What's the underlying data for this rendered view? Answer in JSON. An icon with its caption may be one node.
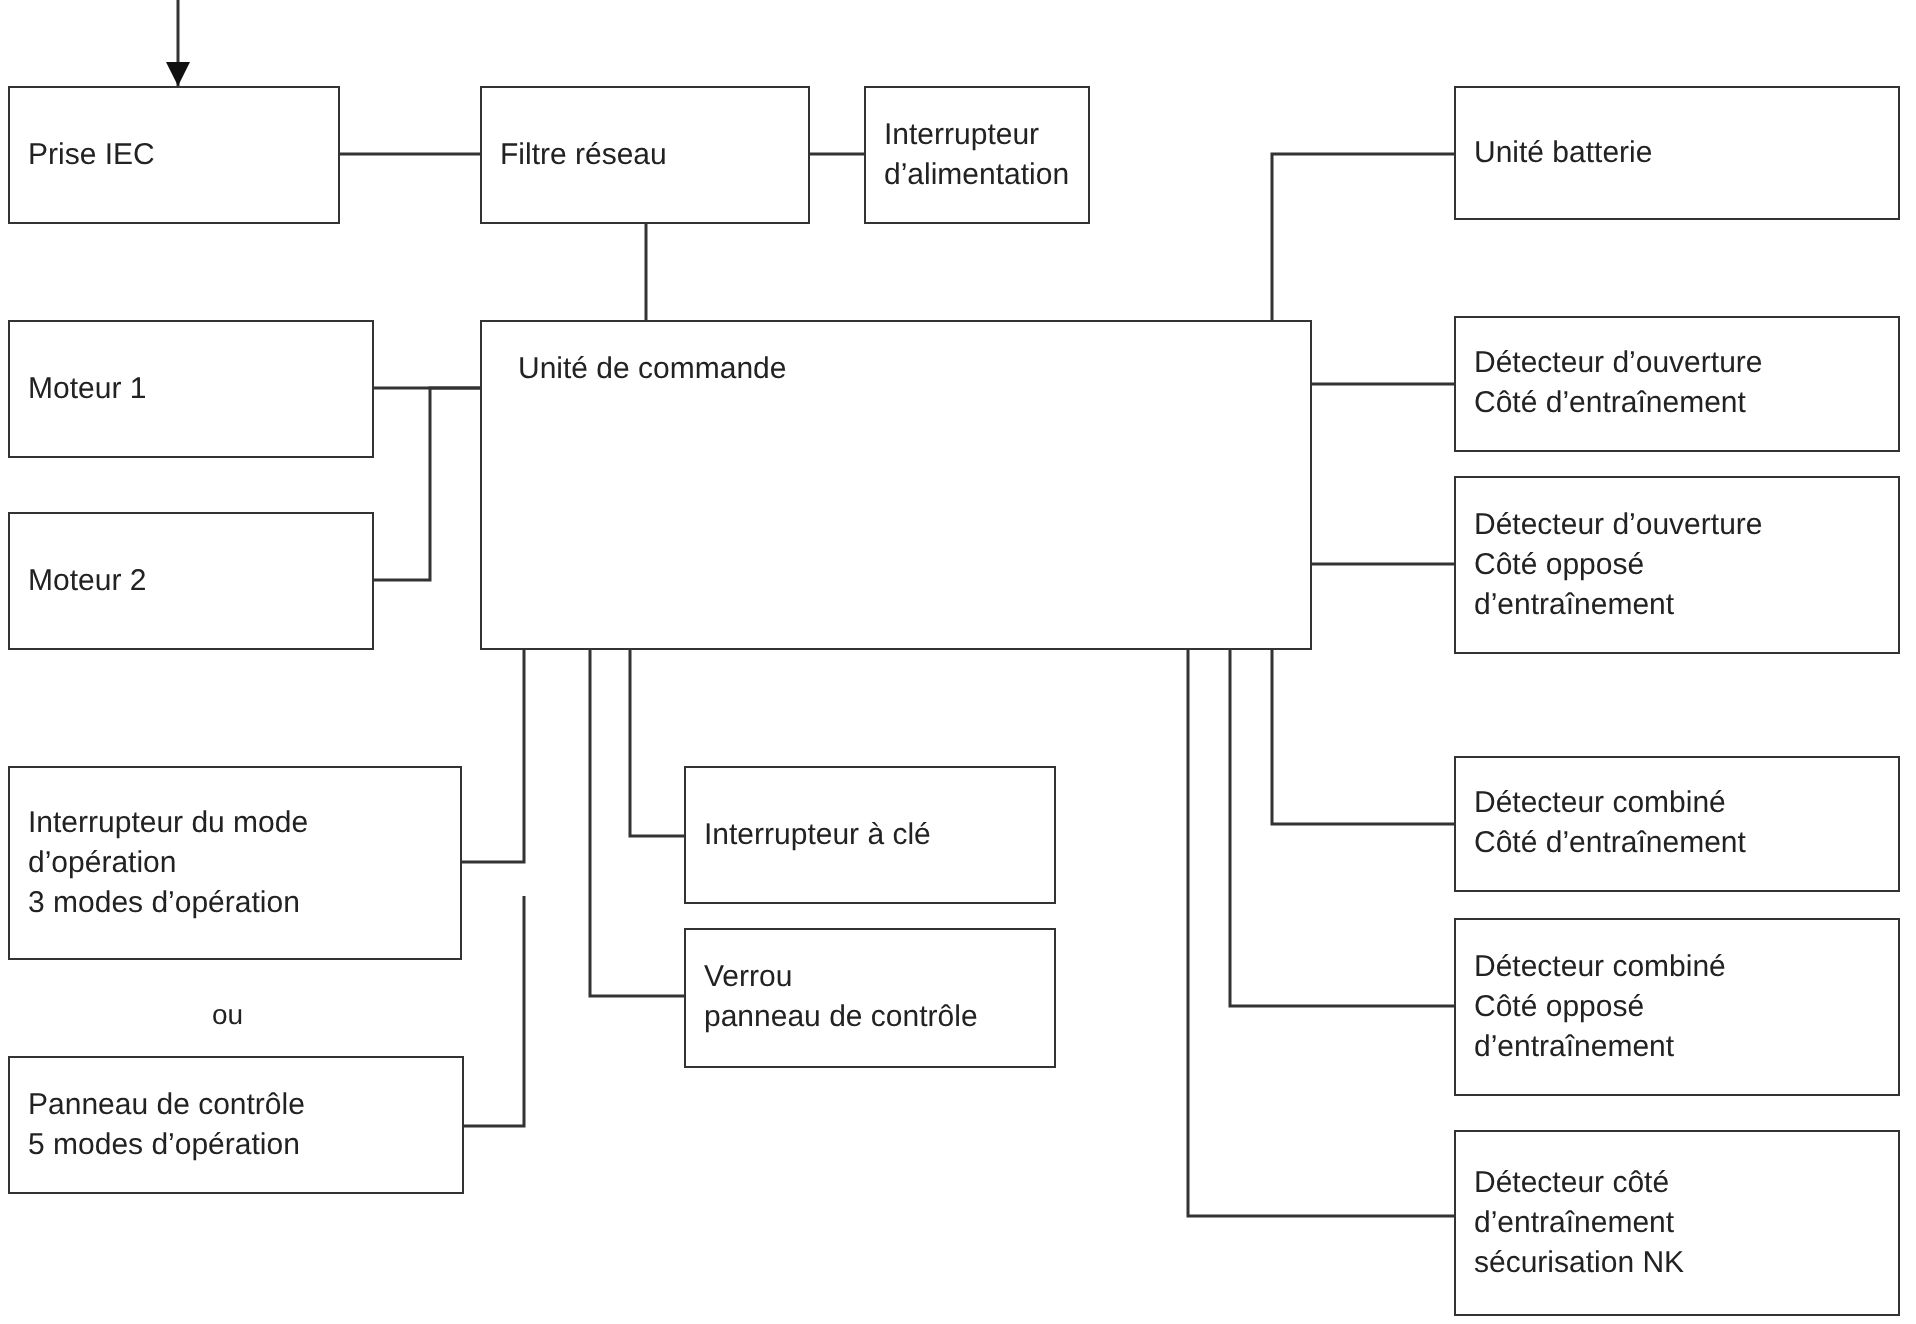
{
  "diagram": {
    "nodes": [
      {
        "text": [
          "Prise IEC"
        ]
      },
      {
        "text": [
          "Filtre réseau"
        ]
      },
      {
        "text": [
          "Interrupteur d’alimentation"
        ]
      },
      {
        "text": [
          "Unité batterie"
        ]
      },
      {
        "text": [
          "Moteur 1"
        ]
      },
      {
        "text": [
          "Unité de commande"
        ]
      },
      {
        "text": [
          "Détecteur d’ouverture",
          "Côté d’entraînement"
        ]
      },
      {
        "text": [
          "Moteur 2"
        ]
      },
      {
        "text": [
          "Détecteur d’ouverture",
          "Côté opposé d’entraînement"
        ]
      },
      {
        "text": [
          "Interrupteur du mode d’opération",
          "3 modes d’opération"
        ]
      },
      {
        "text": [
          "Interrupteur à clé"
        ]
      },
      {
        "text": [
          "Verrou",
          "panneau de contrôle"
        ]
      },
      {
        "text": [
          "Panneau de contrôle",
          "5 modes d’opération"
        ]
      },
      {
        "text": [
          "Détecteur combiné",
          "Côté d’entraînement"
        ]
      },
      {
        "text": [
          "Détecteur combiné",
          "Côté opposé d’entraînement"
        ]
      },
      {
        "text": [
          "Détecteur côté d’entraînement",
          "sécurisation NK"
        ]
      }
    ],
    "edges": [
      {
        "from": null,
        "to": 0,
        "arrow": "to"
      },
      {
        "from": 0,
        "to": 1,
        "arrow": "none"
      },
      {
        "from": 1,
        "to": 2,
        "arrow": "none"
      },
      {
        "from": 1,
        "to": 5,
        "arrow": "none"
      },
      {
        "from": 5,
        "to": 3,
        "arrow": "none"
      },
      {
        "from": 4,
        "to": 5,
        "arrow": "none"
      },
      {
        "from": 7,
        "to": 5,
        "arrow": "none"
      },
      {
        "from": 5,
        "to": 6,
        "arrow": "none"
      },
      {
        "from": 5,
        "to": 8,
        "arrow": "none"
      },
      {
        "from": 5,
        "to": 9,
        "arrow": "none"
      },
      {
        "from": 12,
        "to": null,
        "arrow": "none"
      },
      {
        "from": 5,
        "to": 10,
        "arrow": "none"
      },
      {
        "from": 5,
        "to": 11,
        "arrow": "none"
      },
      {
        "from": 5,
        "to": 13,
        "arrow": "none"
      },
      {
        "from": 5,
        "to": 14,
        "arrow": "none"
      },
      {
        "from": 5,
        "to": 15,
        "arrow": "none"
      }
    ],
    "labels": [
      "ou"
    ]
  }
}
